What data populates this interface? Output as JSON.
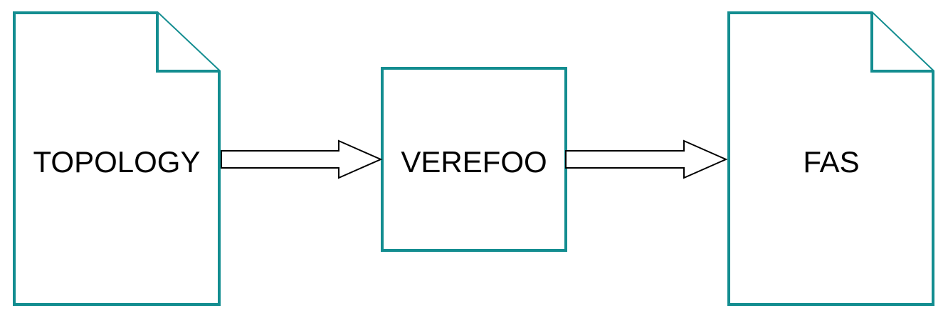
{
  "diagram": {
    "colors": {
      "border": "#138d90",
      "arrow": "#000000",
      "background": "#ffffff"
    },
    "nodes": [
      {
        "id": "topology",
        "shape": "document",
        "label": "TOPOLOGY"
      },
      {
        "id": "verefoo",
        "shape": "process",
        "label": "VEREFOO"
      },
      {
        "id": "fas",
        "shape": "document",
        "label": "FAS"
      }
    ],
    "edges": [
      {
        "from": "topology",
        "to": "verefoo",
        "style": "hollow-block-arrow"
      },
      {
        "from": "verefoo",
        "to": "fas",
        "style": "hollow-block-arrow"
      }
    ]
  }
}
